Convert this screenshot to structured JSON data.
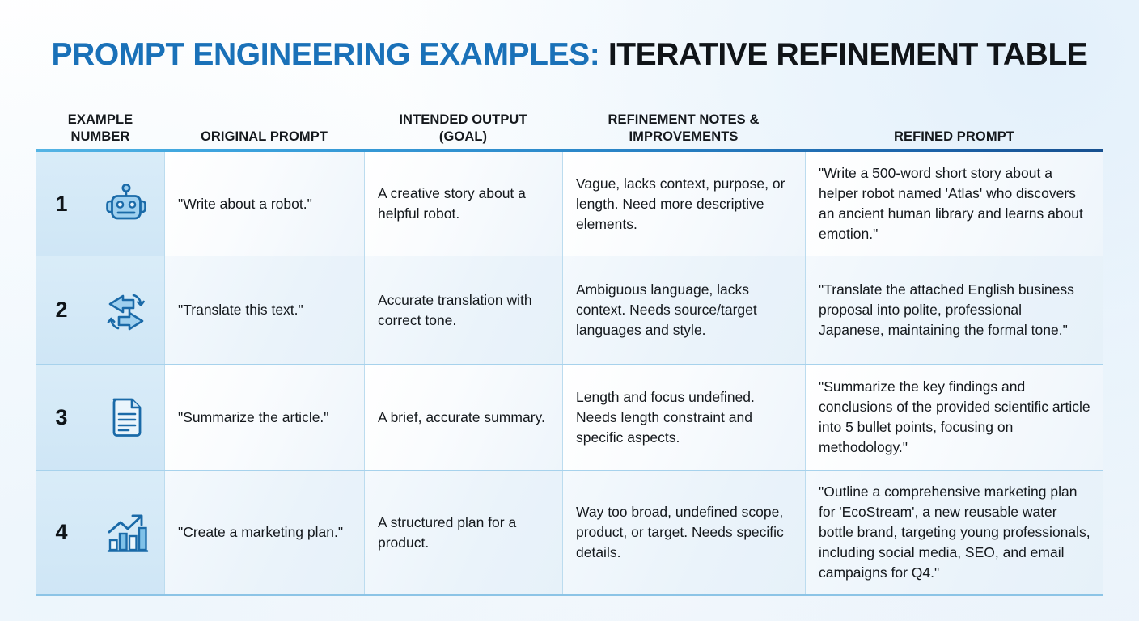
{
  "title": {
    "highlight": "PROMPT ENGINEERING EXAMPLES:",
    "rest": " ITERATIVE REFINEMENT TABLE"
  },
  "accent_colors": {
    "title_blue": "#1a71b8",
    "title_black": "#101418",
    "rule_gradient_start": "#54b4e4",
    "rule_gradient_end": "#17508f",
    "icon_stroke": "#1a6aa8",
    "icon_fill": "#9fd0ef",
    "row_tint": "#d9ecf8",
    "row_border": "#a7d2ec"
  },
  "table": {
    "headers": {
      "example_number": "EXAMPLE\nNUMBER",
      "example_number_line1": "EXAMPLE",
      "example_number_line2": "NUMBER",
      "original_prompt": "ORIGINAL PROMPT",
      "intended_output_line1": "INTENDED OUTPUT",
      "intended_output_line2": "(GOAL)",
      "refinement_notes_line1": "REFINEMENT NOTES &",
      "refinement_notes_line2": "IMPROVEMENTS",
      "refined_prompt": "REFINED PROMPT"
    },
    "rows": [
      {
        "number": "1",
        "icon": "robot-icon",
        "original_prompt": "\"Write about a robot.\"",
        "intended_output": "A creative story about a helpful robot.",
        "refinement_notes": "Vague, lacks context, purpose, or length. Need more descriptive elements.",
        "refined_prompt": "\"Write a 500-word short story about a helper robot named 'Atlas' who discovers an ancient human library and learns about emotion.\""
      },
      {
        "number": "2",
        "icon": "translate-arrows-icon",
        "original_prompt": "\"Translate this text.\"",
        "intended_output": "Accurate translation with correct tone.",
        "refinement_notes": "Ambiguous language, lacks context. Needs source/target languages and style.",
        "refined_prompt": "\"Translate the attached English business proposal into polite, professional Japanese, maintaining the formal tone.\""
      },
      {
        "number": "3",
        "icon": "document-icon",
        "original_prompt": "\"Summarize the article.\"",
        "intended_output": "A brief, accurate summary.",
        "refinement_notes": "Length and focus undefined. Needs length constraint and specific aspects.",
        "refined_prompt": "\"Summarize the key findings and conclusions of the provided scientific article into 5 bullet points, focusing on methodology.\""
      },
      {
        "number": "4",
        "icon": "bar-chart-growth-icon",
        "original_prompt": "\"Create a marketing plan.\"",
        "intended_output": "A structured plan for a product.",
        "refinement_notes": "Way too broad, undefined scope, product, or target. Needs specific details.",
        "refined_prompt": "\"Outline a comprehensive marketing plan for 'EcoStream', a new reusable water bottle brand, targeting young professionals, including social media, SEO, and email campaigns for Q4.\""
      }
    ]
  }
}
